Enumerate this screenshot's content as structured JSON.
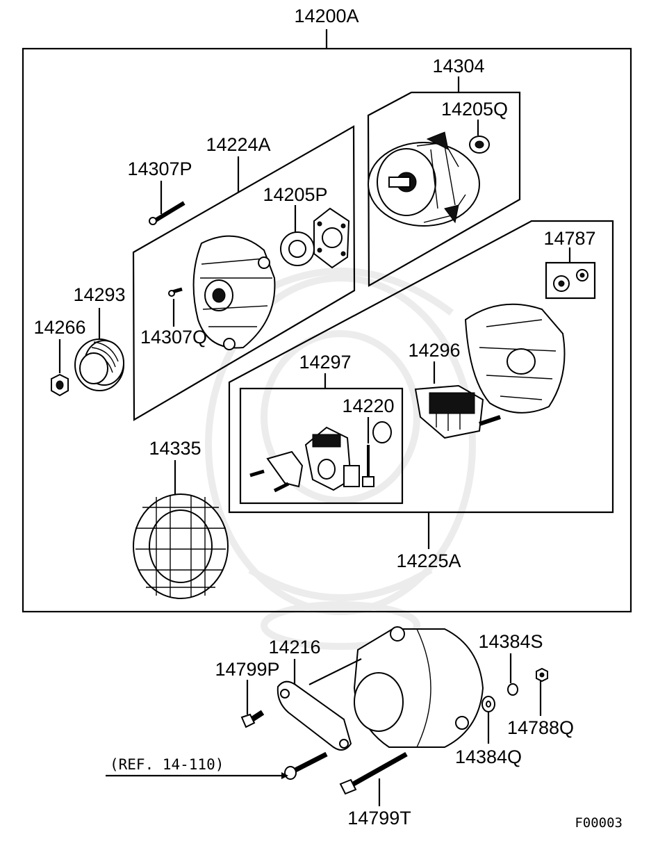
{
  "diagram": {
    "assembly_label": "14200A",
    "stator_group_label": "14304",
    "front_group_label": "14224A",
    "rear_group_label": "14225A",
    "brush_group_label": "14297",
    "parts": {
      "p14205Q": "14205Q",
      "p14307P": "14307P",
      "p14205P": "14205P",
      "p14787": "14787",
      "p14293": "14293",
      "p14266": "14266",
      "p14307Q": "14307Q",
      "p14296": "14296",
      "p14220": "14220",
      "p14335": "14335",
      "p14216": "14216",
      "p14384S": "14384S",
      "p14799P": "14799P",
      "p14788Q": "14788Q",
      "p14384Q": "14384Q",
      "p14799T": "14799T"
    },
    "reference_note": "(REF. 14-110)",
    "figure_code": "F00003"
  }
}
